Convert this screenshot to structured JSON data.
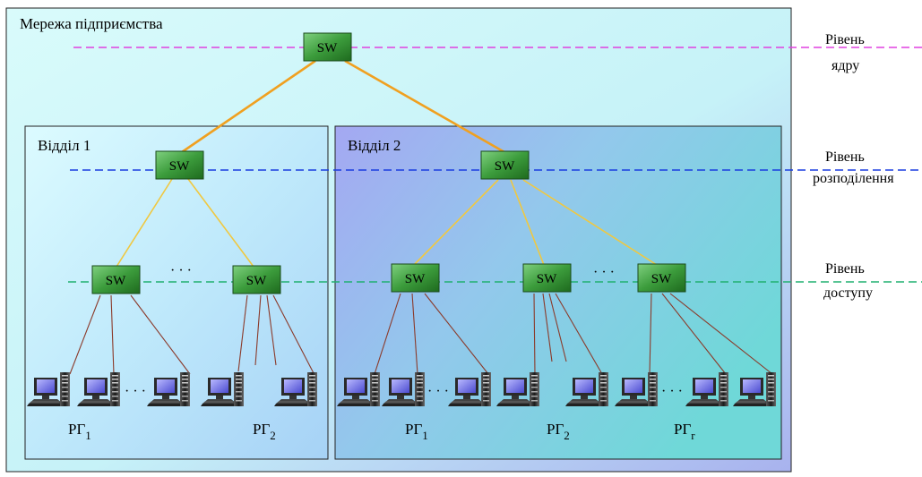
{
  "network_title": "Мережа підприємства",
  "departments": [
    {
      "name": "Відділ 1"
    },
    {
      "name": "Відділ 2"
    }
  ],
  "switch_label": "SW",
  "levels": [
    {
      "line1": "Рівень",
      "line2": "ядру",
      "color": "#e040e0"
    },
    {
      "line1": "Рівень",
      "line2": "розподілення",
      "color": "#1a3de0"
    },
    {
      "line1": "Рівень",
      "line2": "доступу",
      "color": "#20b070"
    }
  ],
  "ellipsis": "· · ·",
  "workgroups": [
    {
      "base": "РГ",
      "sub": "1"
    },
    {
      "base": "РГ",
      "sub": "2"
    },
    {
      "base": "РГ",
      "sub": "1"
    },
    {
      "base": "РГ",
      "sub": "2"
    },
    {
      "base": "РГ",
      "sub": "r"
    }
  ],
  "colors": {
    "outer_fill": "#c8f4f8",
    "dept1_fill": "#bdeefa",
    "dept2_fill": "#86d4e0",
    "switch_fill": "#3a9a3a",
    "core_link": "#f0a020",
    "dist_link": "#f0c840",
    "access_link": "#8b3a2a"
  }
}
